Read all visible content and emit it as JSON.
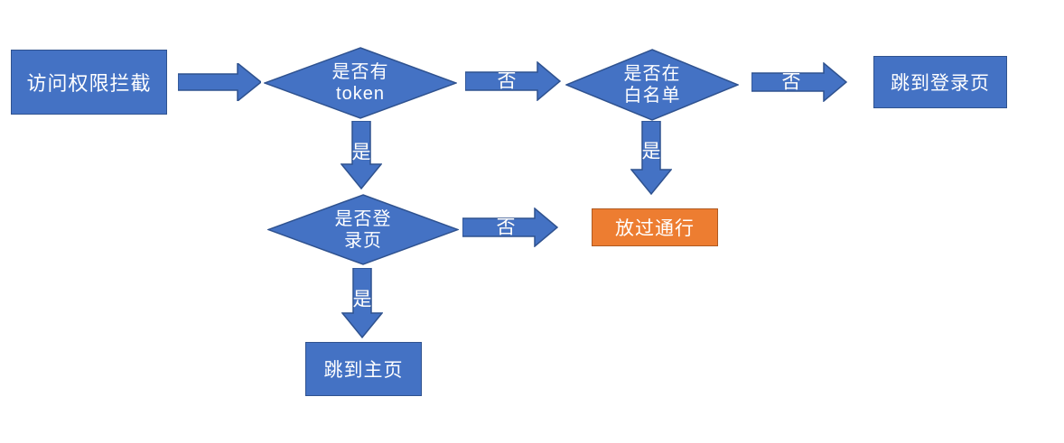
{
  "diagram": {
    "title": "access-permission-interception-flowchart",
    "colors": {
      "node_fill": "#4472C4",
      "node_border": "#2F528F",
      "accent_fill": "#ED7D31",
      "accent_border": "#AE5A21",
      "text": "#ffffff",
      "background": "#ffffff"
    },
    "nodes": [
      {
        "id": "start",
        "type": "rect",
        "label": "访问权限拦截"
      },
      {
        "id": "has-token",
        "type": "diamond",
        "label": "是否有\ntoken"
      },
      {
        "id": "in-whitelist",
        "type": "diamond",
        "label": "是否在\n白名单"
      },
      {
        "id": "goto-login",
        "type": "rect",
        "label": "跳到登录页"
      },
      {
        "id": "is-login-page",
        "type": "diamond",
        "label": "是否登\n录页"
      },
      {
        "id": "pass",
        "type": "rect-accent",
        "label": "放过通行"
      },
      {
        "id": "goto-home",
        "type": "rect",
        "label": "跳到主页"
      }
    ],
    "edges": [
      {
        "from": "start",
        "to": "has-token",
        "label": ""
      },
      {
        "from": "has-token",
        "to": "in-whitelist",
        "label": "否"
      },
      {
        "from": "in-whitelist",
        "to": "goto-login",
        "label": "否"
      },
      {
        "from": "has-token",
        "to": "is-login-page",
        "label": "是"
      },
      {
        "from": "in-whitelist",
        "to": "pass",
        "label": "是"
      },
      {
        "from": "is-login-page",
        "to": "pass",
        "label": "否"
      },
      {
        "from": "is-login-page",
        "to": "goto-home",
        "label": "是"
      }
    ]
  }
}
